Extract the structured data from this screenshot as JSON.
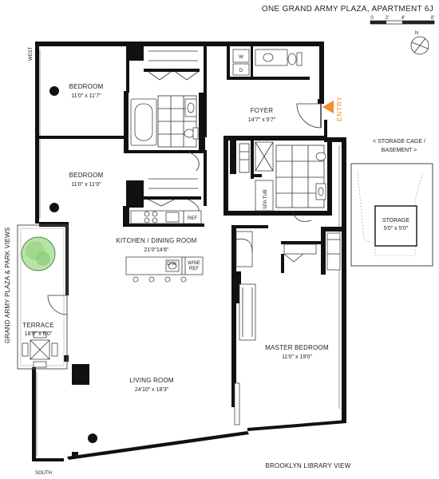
{
  "title": "ONE GRAND ARMY PLAZA, APARTMENT 6J",
  "scale": {
    "ticks": [
      "0",
      "2'",
      "4'",
      "8'"
    ]
  },
  "compass": {
    "label": "N"
  },
  "directions": {
    "west": "WEST",
    "south": "SOUTH",
    "grand_army": "GRAND ARMY PLAZA & PARK VIEWS",
    "brooklyn": "BROOKLYN LIBRARY VIEW",
    "entry": "ENTRY"
  },
  "rooms": {
    "bedroom1": {
      "name": "BEDROOM",
      "dim": "11'0\" x 11'7\""
    },
    "bedroom2": {
      "name": "BEDROOM",
      "dim": "11'0\" x 11'0\""
    },
    "foyer": {
      "name": "FOYER",
      "dim": "14'7\" x 5'7\""
    },
    "kitchen": {
      "name": "KITCHEN / DINING ROOM",
      "dim": "21'0\"14'6\""
    },
    "terrace": {
      "name": "TERRACE",
      "dim": "18'9\" x 6'0\""
    },
    "living": {
      "name": "LIVING ROOM",
      "dim": "24'10\" x 18'3\""
    },
    "master": {
      "name": "MASTER BEDROOM",
      "dim": "11'0\" x 19'0\""
    }
  },
  "fixtures": {
    "washer": "W",
    "dryer": "D",
    "ref": "REF",
    "dw": "D/W",
    "wine_ref_1": "WINE",
    "wine_ref_2": "REF",
    "spa_tub": "SPA TUB"
  },
  "storage": {
    "header_line1": "< STORAGE CAGE /",
    "header_line2": "BASEMENT >",
    "name": "STORAGE",
    "dim": "5'0\" x 5'0\""
  }
}
